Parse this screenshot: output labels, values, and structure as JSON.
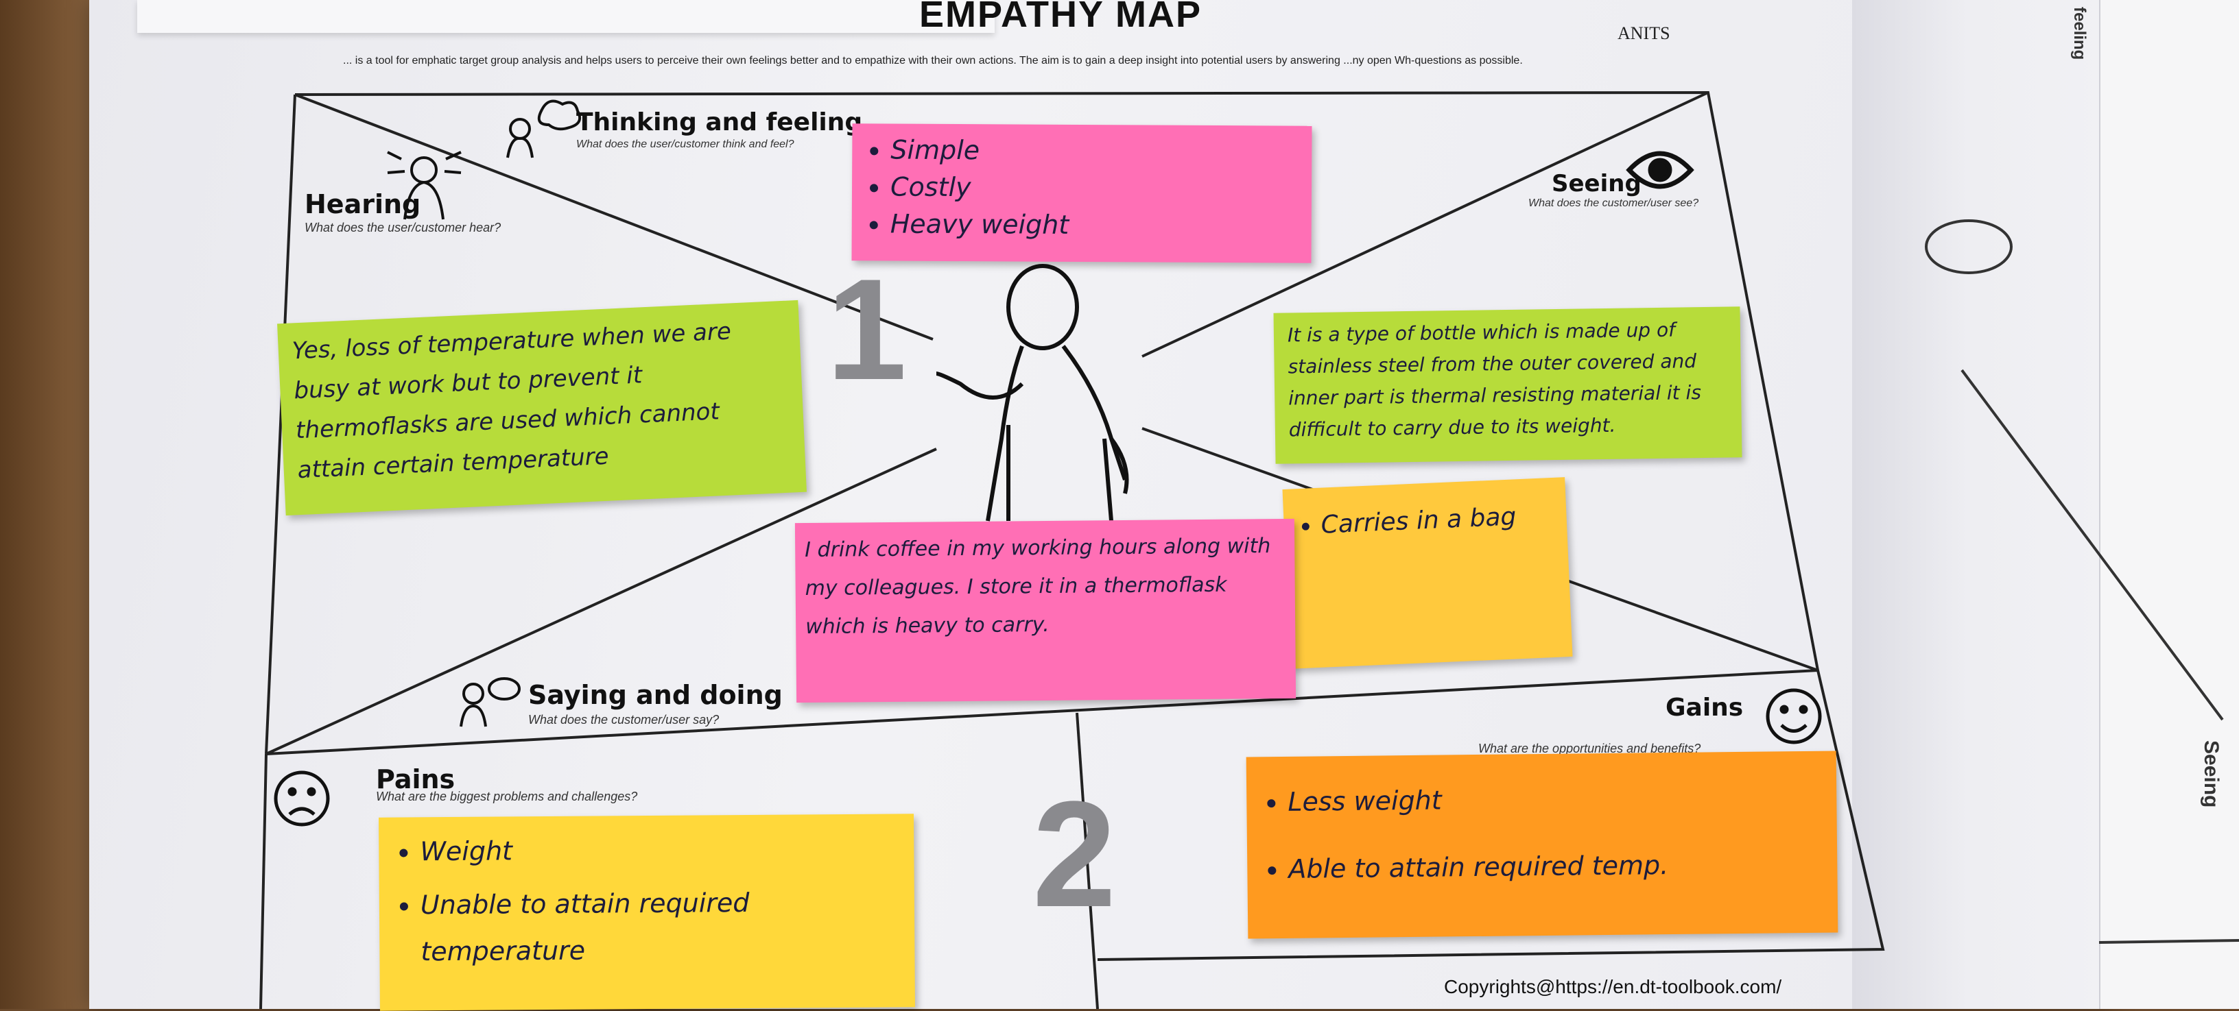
{
  "header": {
    "title": "EMPATHY MAP",
    "logo_text": "ANITS",
    "intro": "... is a tool for emphatic target group analysis and helps users to perceive their own feelings better and to empathize with their own actions. The aim is to gain a deep insight into potential users by answering ...ny open Wh-questions as possible."
  },
  "quadrants": {
    "thinking": {
      "title": "Thinking and feeling",
      "question": "What does the user/customer think and feel?"
    },
    "hearing": {
      "title": "Hearing",
      "question": "What does the user/customer hear?"
    },
    "seeing": {
      "title": "Seeing",
      "question": "What does the customer/user see?"
    },
    "saying": {
      "title": "Saying and doing",
      "question": "What does the customer/user say?"
    },
    "pains": {
      "title": "Pains",
      "question": "What are the biggest problems and challenges?"
    },
    "gains": {
      "title": "Gains",
      "question": "What are the opportunities and benefits?"
    }
  },
  "numbers": {
    "one": "1",
    "two": "2"
  },
  "notes": {
    "thinking": [
      "Simple",
      "Costly",
      "Heavy weight"
    ],
    "hearing": "Yes, loss of temperature when we are busy at work but to prevent it thermoflasks are used which cannot attain certain temperature",
    "seeing": "It is a type of bottle which is made up of stainless steel from the outer covered and inner part is thermal resisting material it is difficult to carry due to its weight.",
    "saying": "I drink coffee in my working hours along with my colleagues. I store it in a thermoflask which is heavy to carry.",
    "doing": [
      "Carries in a bag"
    ],
    "pains": [
      "Weight",
      "Unable to attain required temperature"
    ],
    "gains": [
      "Less weight",
      "Able to attain required temp."
    ]
  },
  "footer": {
    "copyright": "Copyrights@https://en.dt-toolbook.com/"
  },
  "side": {
    "feeling": "feeling",
    "seeing": "Seeing"
  },
  "colors": {
    "pink": "#ff6fb5",
    "green": "#b7dc3a",
    "yellow": "#ffd83a",
    "orange": "#ff9a1f",
    "yellow_light": "#ffc93d"
  }
}
